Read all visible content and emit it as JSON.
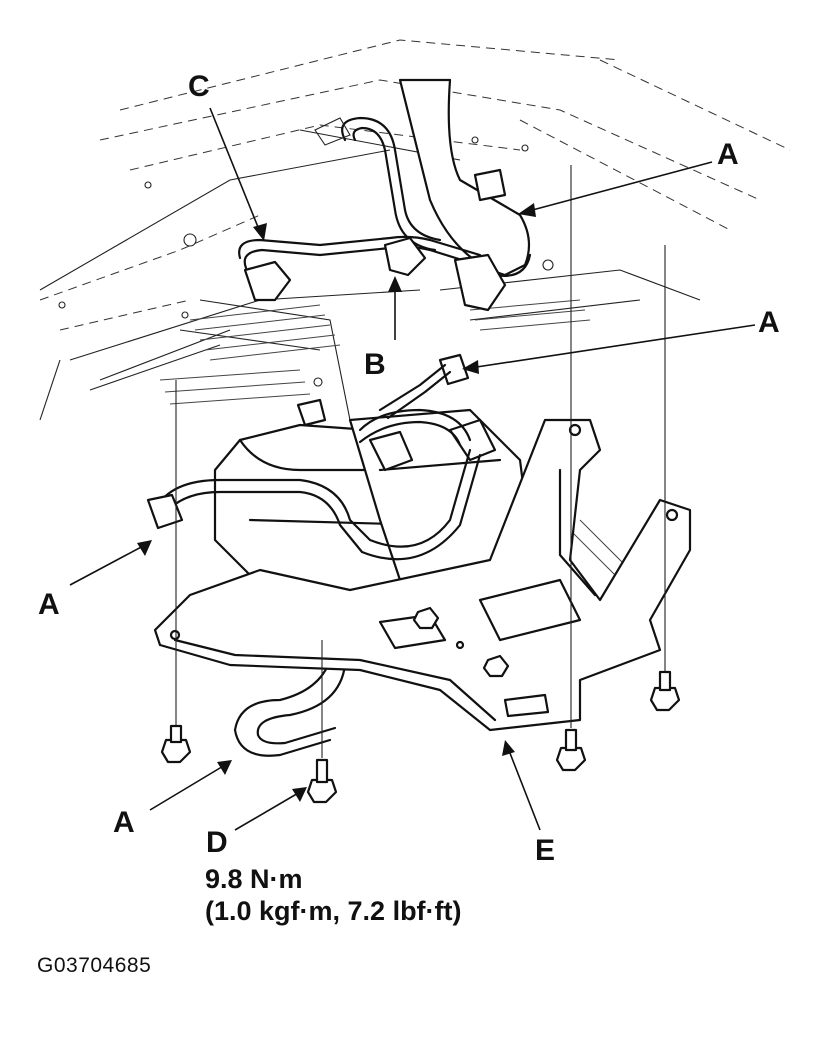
{
  "callouts": {
    "a": "A",
    "b": "B",
    "c": "C",
    "d": "D",
    "e": "E"
  },
  "torque_spec": {
    "metric": "9.8 N·m",
    "alternate": "(1.0 kgf·m, 7.2 lbf·ft)"
  },
  "figure_id": "G03704685"
}
